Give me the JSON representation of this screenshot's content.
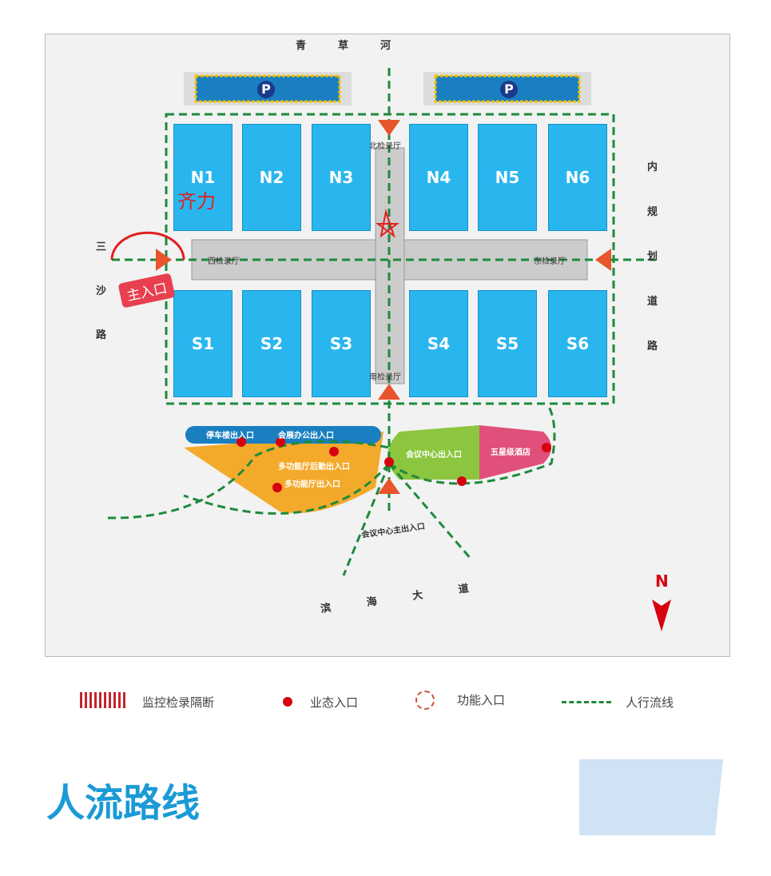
{
  "roads": {
    "north": [
      "青",
      "草",
      "河"
    ],
    "west": [
      "三",
      "沙",
      "路"
    ],
    "east": [
      "内",
      "规",
      "划",
      "道",
      "路"
    ],
    "south": [
      "滨",
      "海",
      "大",
      "道"
    ]
  },
  "parking_icon": "P",
  "halls_north": [
    "N1",
    "N2",
    "N3",
    "N4",
    "N5",
    "N6"
  ],
  "halls_south": [
    "S1",
    "S2",
    "S3",
    "S4",
    "S5",
    "S6"
  ],
  "halls": {
    "north_lobby": "北检录厅",
    "south_lobby": "南检录厅",
    "west_lobby": "西检录厅",
    "east_lobby": "东检录厅"
  },
  "annotations": {
    "handwritten": "齐力",
    "main_entrance": "主入口"
  },
  "zones": {
    "parking_exit": "停车楼出入口",
    "office_exit": "会展办公出入口",
    "multi_logistics": "多功能厅后勤出入口",
    "multi_exit": "多功能厅出入口",
    "conf_exit": "会议中心出入口",
    "hotel": "五星级酒店",
    "conf_main": "会议中心主出入口"
  },
  "compass": "N",
  "legend": [
    {
      "icon": "hatch-icon",
      "label": "监控检录隔断"
    },
    {
      "icon": "dot-icon",
      "label": "业态入口"
    },
    {
      "icon": "ring-icon",
      "label": "功能入口"
    },
    {
      "icon": "dashed-line-icon",
      "label": "人行流线"
    }
  ],
  "title": "人流路线",
  "colors": {
    "hall": "#29b6ef",
    "path": "#1e8a3c",
    "dot": "#d7000f",
    "title": "#1a9ad6"
  }
}
